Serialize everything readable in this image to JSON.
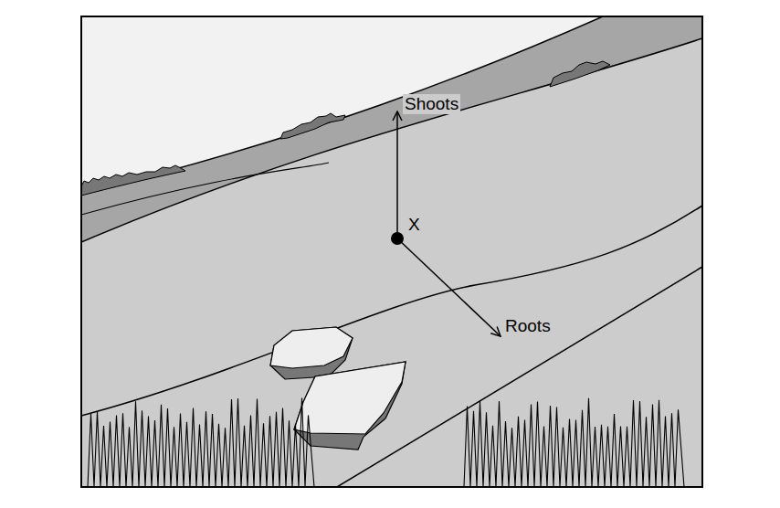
{
  "diagram": {
    "labels": [
      "Shoots",
      "X",
      "Roots"
    ]
  }
}
